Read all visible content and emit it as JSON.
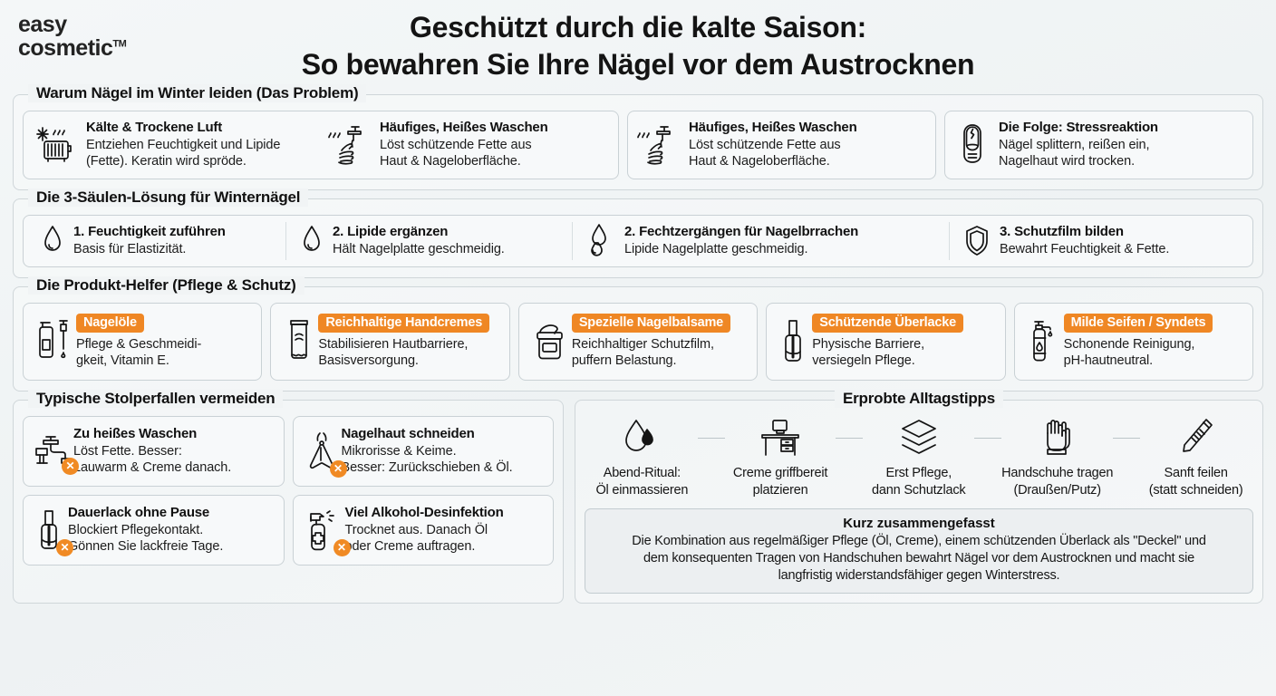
{
  "brand": {
    "line1": "easy",
    "line2": "cosmetic",
    "tm": "TM"
  },
  "title": {
    "line1": "Geschützt durch die kalte Saison:",
    "line2": "So bewahren Sie Ihre Nägel vor dem Austrocknen"
  },
  "colors": {
    "accent": "#ef8724",
    "background": "#f2f5f6",
    "ink": "#141414"
  },
  "sections": {
    "problem": {
      "legend": "Warum Nägel im Winter leiden (Das Problem)",
      "items": [
        {
          "icon": "snowflake-radiator-icon",
          "heading": "Kälte & Trockene Luft",
          "desc_line1": "Entziehen Feuchtigkeit und Lipide",
          "desc_line2": "(Fette). Keratin wird spröde."
        },
        {
          "icon": "hot-water-handwash-icon",
          "heading": "Häufiges, Heißes Waschen",
          "desc_line1": "Löst schützende Fette aus",
          "desc_line2": "Haut & Nageloberfläche."
        },
        {
          "icon": "hot-water-handwash-icon",
          "heading": "Häufiges, Heißes Waschen",
          "desc_line1": "Löst schützende Fette aus",
          "desc_line2": "Haut & Nageloberfläche."
        },
        {
          "icon": "cracked-nail-icon",
          "heading": "Die Folge: Stressreaktion",
          "desc_line1": "Nägel splittern, reißen ein,",
          "desc_line2": "Nagelhaut wird trocken."
        }
      ]
    },
    "pillars": {
      "legend": "Die 3-Säulen-Lösung für Winternägel",
      "items": [
        {
          "icon": "water-drop-icon",
          "heading": "1. Feuchtigkeit zuführen",
          "desc": "Basis für Elastizität."
        },
        {
          "icon": "water-drop-icon",
          "heading": "2. Lipide ergänzen",
          "desc": "Hält Nagelplatte geschmeidig."
        },
        {
          "icon": "double-drop-icon",
          "heading": "2. Fechtzergängen für Nagelbrrachen",
          "desc": "Lipide Nagelplatte geschmeidig."
        },
        {
          "icon": "shield-icon",
          "heading": "3. Schutzfilm bilden",
          "desc": "Bewahrt Feuchtigkeit & Fette."
        }
      ]
    },
    "products": {
      "legend": "Die Produkt-Helfer (Pflege & Schutz)",
      "items": [
        {
          "icon": "dropper-bottle-icon",
          "badge": "Nagelöle",
          "desc_line1": "Pflege & Geschmeidi-",
          "desc_line2": "gkeit, Vitamin E."
        },
        {
          "icon": "cream-tube-icon",
          "badge": "Reichhaltige Handcremes",
          "desc_line1": "Stabilisieren Hautbarriere,",
          "desc_line2": "Basisversorgung."
        },
        {
          "icon": "balm-jar-icon",
          "badge": "Spezielle Nagelbalsame",
          "desc_line1": "Reichhaltiger Schutzfilm,",
          "desc_line2": "puffern Belastung."
        },
        {
          "icon": "nail-polish-icon",
          "badge": "Schützende Überlacke",
          "desc_line1": "Physische Barriere,",
          "desc_line2": "versiegeln Pflege."
        },
        {
          "icon": "soap-dispenser-icon",
          "badge": "Milde Seifen / Syndets",
          "desc_line1": "Schonende Reinigung,",
          "desc_line2": "pH-hautneutral."
        }
      ]
    },
    "pitfalls": {
      "legend": "Typische Stolperfallen vermeiden",
      "items": [
        {
          "icon": "faucet-icon",
          "heading": "Zu heißes Waschen",
          "desc_line1": "Löst Fette. Besser:",
          "desc_line2": "Lauwarm & Creme danach.",
          "badge": "✕"
        },
        {
          "icon": "cuticle-nipper-icon",
          "heading": "Nagelhaut schneiden",
          "desc_line1": "Mikrorisse & Keime.",
          "desc_line2": "Besser: Zurückschieben & Öl.",
          "badge": "✕"
        },
        {
          "icon": "nail-polish-icon",
          "heading": "Dauerlack ohne Pause",
          "desc_line1": "Blockiert Pflegekontakt.",
          "desc_line2": "Gönnen Sie lackfreie Tage.",
          "badge": "✕"
        },
        {
          "icon": "spray-bottle-icon",
          "heading": "Viel Alkohol-Desinfektion",
          "desc_line1": "Trocknet aus. Danach Öl",
          "desc_line2": "oder Creme auftragen.",
          "badge": "✕"
        }
      ]
    },
    "tips": {
      "legend": "Erprobte Alltagstipps",
      "items": [
        {
          "icon": "oil-drop-icon",
          "label_line1": "Abend-Ritual:",
          "label_line2": "Öl einmassieren"
        },
        {
          "icon": "desk-icon",
          "label_line1": "Creme griffbereit",
          "label_line2": "platzieren"
        },
        {
          "icon": "layers-icon",
          "label_line1": "Erst Pflege,",
          "label_line2": "dann Schutzlack"
        },
        {
          "icon": "gloves-icon",
          "label_line1": "Handschuhe tragen",
          "label_line2": "(Draußen/Putz)"
        },
        {
          "icon": "nail-file-icon",
          "label_line1": "Sanft feilen",
          "label_line2": "(statt schneiden)"
        }
      ],
      "summary": {
        "title": "Kurz zusammengefasst",
        "line1": "Die Kombination aus regelmäßiger Pflege (Öl, Creme), einem schützenden Überlack als \"Deckel\" und",
        "line2": "dem konsequenten Tragen von Handschuhen bewahrt Nägel vor dem Austrocknen und macht sie",
        "line3": "langfristig widerstandsfähiger gegen Winterstress."
      }
    }
  }
}
